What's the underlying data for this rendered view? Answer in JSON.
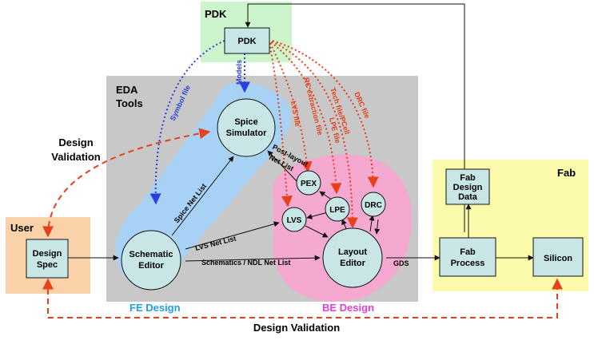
{
  "regions": {
    "pdk": "PDK",
    "eda_tools": [
      "EDA",
      "Tools"
    ],
    "user": "User",
    "fab": "Fab",
    "fe_design": "FE Design",
    "be_design": "BE Design"
  },
  "nodes": {
    "pdk_box": "PDK",
    "design_spec": [
      "Design",
      "Spec"
    ],
    "schematic_editor": [
      "Schematic",
      "Editor"
    ],
    "spice_simulator": [
      "Spice",
      "Simulator"
    ],
    "pex": "PEX",
    "lpe": "LPE",
    "lvs": "LVS",
    "drc": "DRC",
    "layout_editor": [
      "Layout",
      "Editor"
    ],
    "fab_design_data": [
      "Fab",
      "Design",
      "Data"
    ],
    "fab_process": [
      "Fab",
      "Process"
    ],
    "silicon": "Silicon"
  },
  "edge_labels": {
    "symbol_file": "Symbol file",
    "models": "Models",
    "lvs_file": "LVS file",
    "rc_extraction_file": "RC extraction file",
    "lpe_file": "LPE file",
    "tech_file": "Tech file/PCell",
    "drc_file": "DRC file",
    "design_validation_top": [
      "Design",
      "Validation"
    ],
    "design_validation_bottom": "Design Validation",
    "spice_net_list": "Spice Net List",
    "lvs_net_list": "LVS Net List",
    "schematics_ndl": "Schematics / NDL Net List",
    "post_layout": "Post-layout",
    "net_list": "Net List",
    "gds": "GDS"
  },
  "colors": {
    "pdk_region": "#ccf5cc",
    "eda_region": "#c8c8c8",
    "user_region": "#fad2aa",
    "fab_region": "#fafaaa",
    "fe_region": "#a8d2f5",
    "be_region": "#f5a8d0",
    "node_fill": "#c9e6e6",
    "blue_arrow": "#2a3fe0",
    "red_arrow": "#e8401a",
    "fe_label": "#1ea0e6",
    "be_label": "#e040d8"
  }
}
